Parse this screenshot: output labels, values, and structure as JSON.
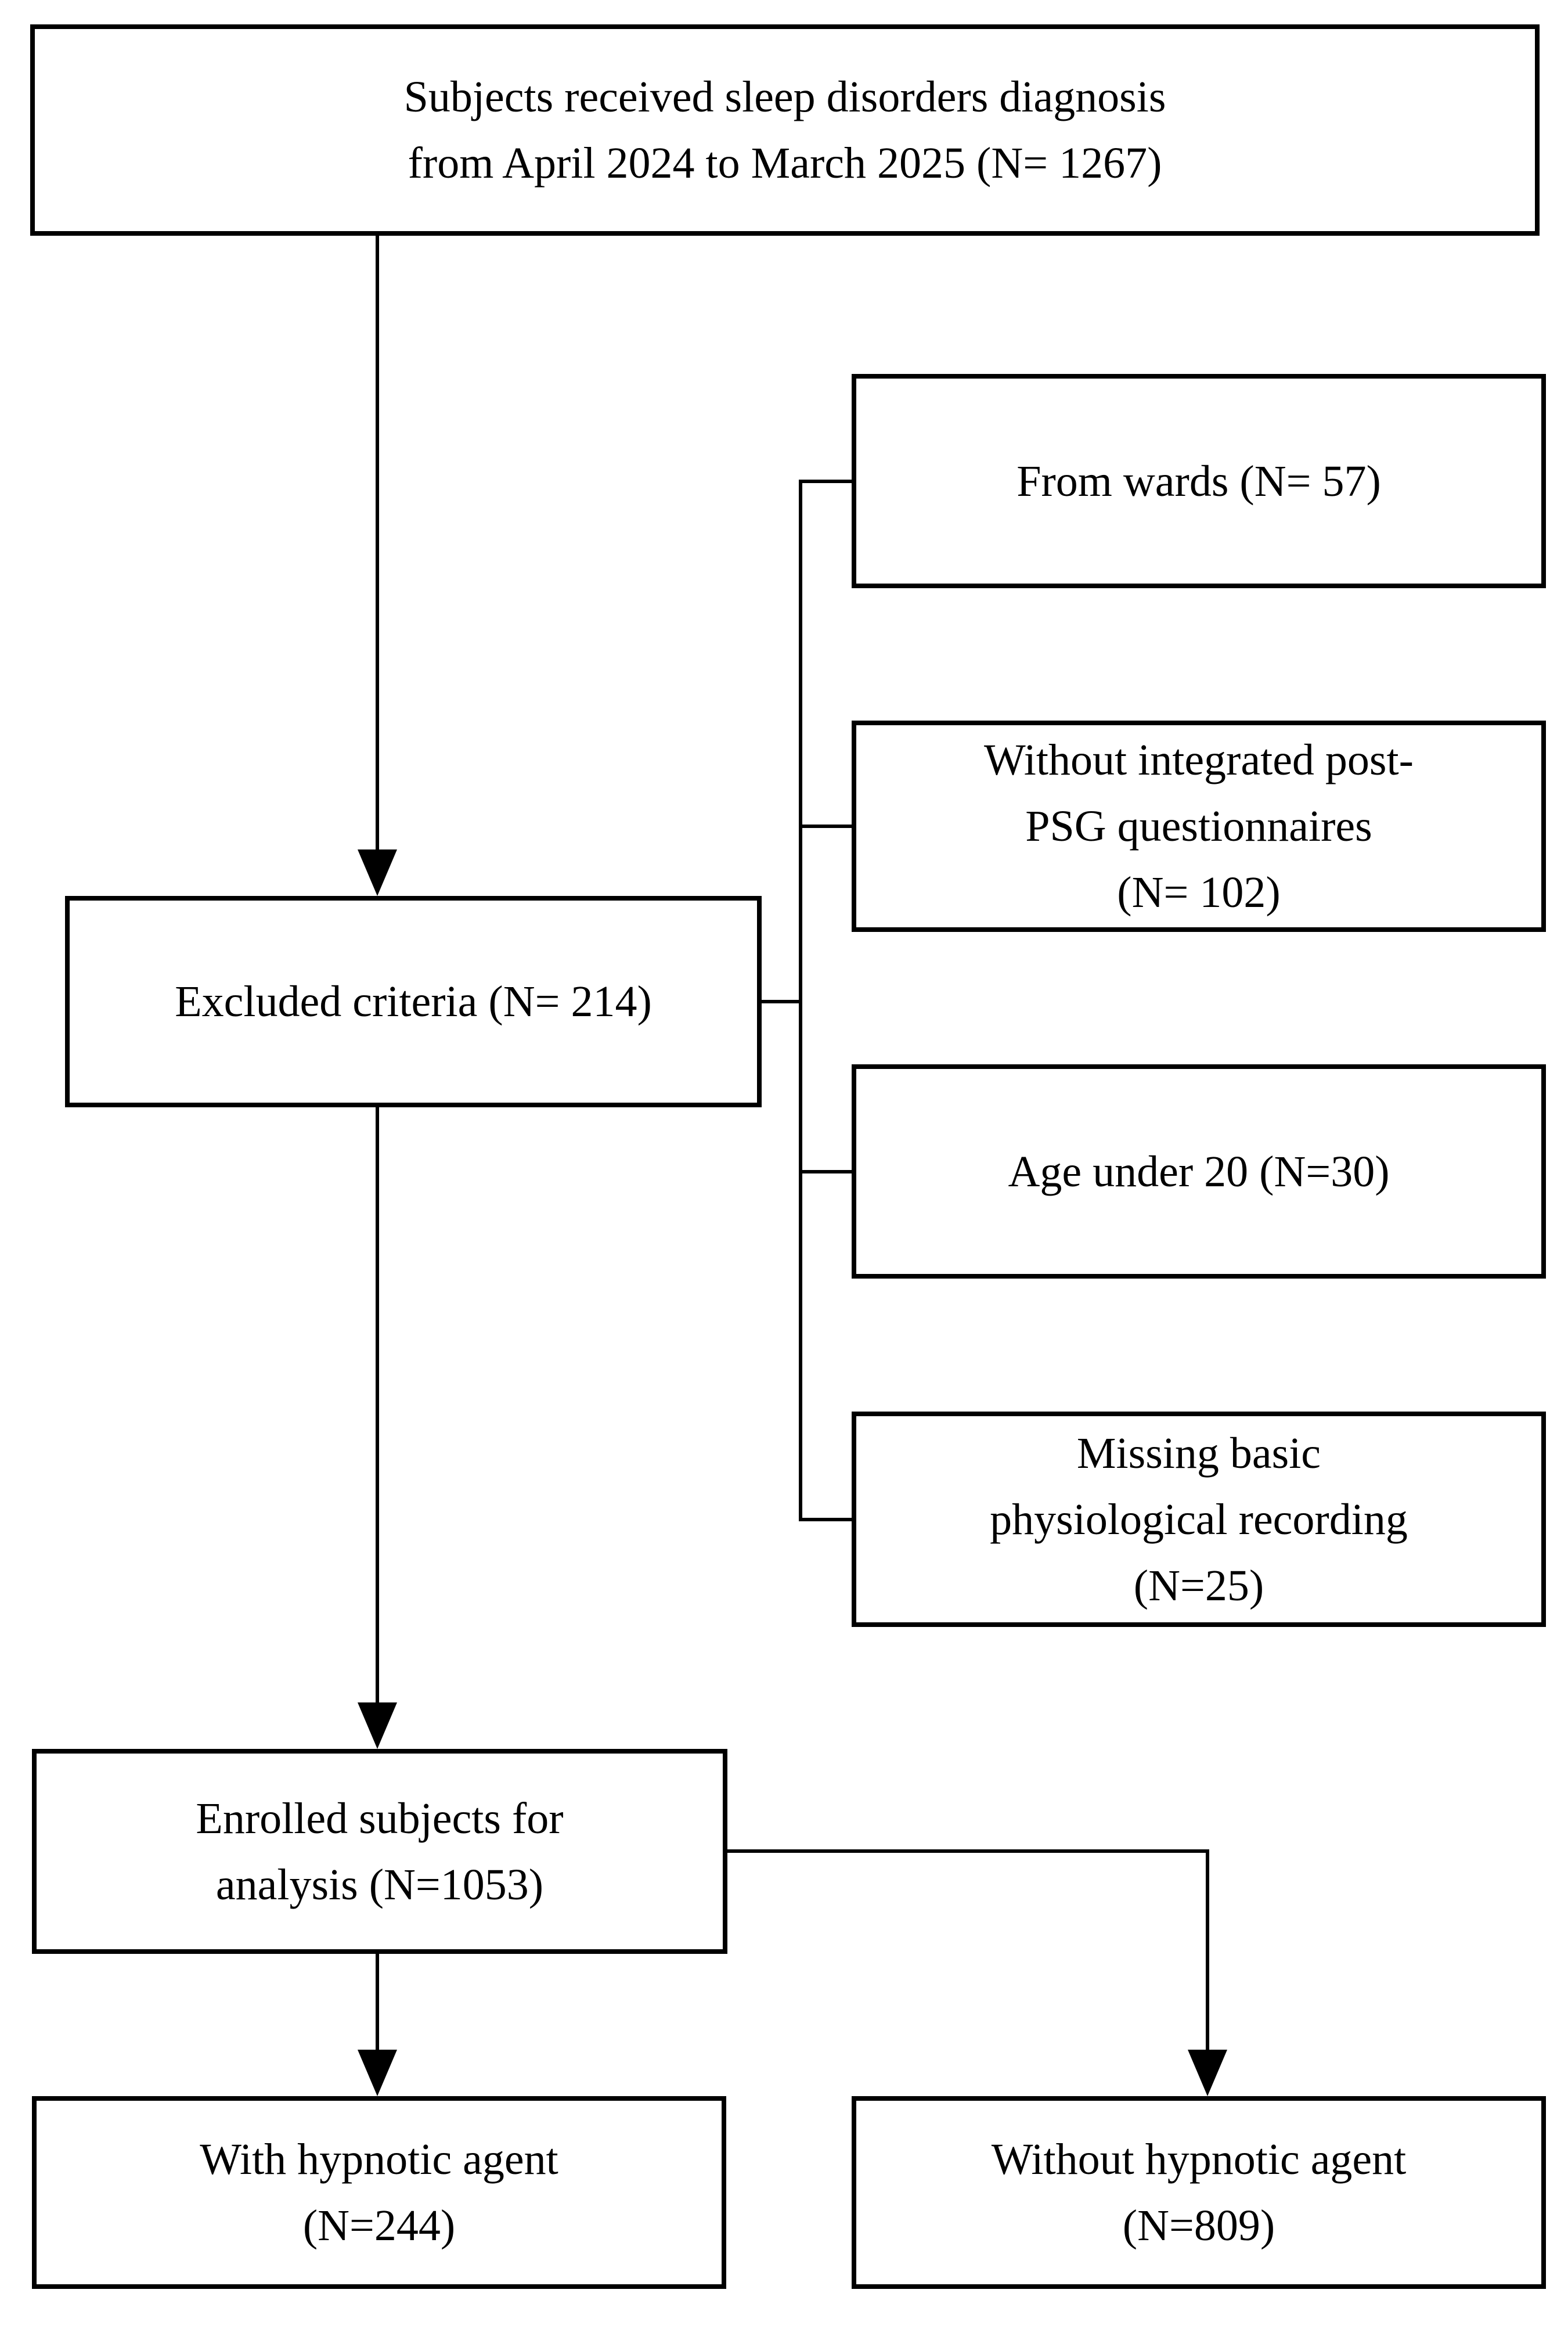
{
  "diagram": {
    "title_box": "Subjects received sleep disorders diagnosis\nfrom April 2024 to March 2025 (N= 1267)",
    "excluded_box": "Excluded criteria (N= 214)",
    "exclusion_reasons": [
      "From wards (N= 57)",
      "Without integrated post-\nPSG questionnaires\n(N= 102)",
      "Age under 20 (N=30)",
      "Missing basic\nphysiological recording\n(N=25)"
    ],
    "enrolled_box": "Enrolled subjects for\nanalysis (N=1053)",
    "with_hypnotic_box": "With hypnotic agent\n(N=244)",
    "without_hypnotic_box": "Without hypnotic agent\n(N=809)"
  }
}
